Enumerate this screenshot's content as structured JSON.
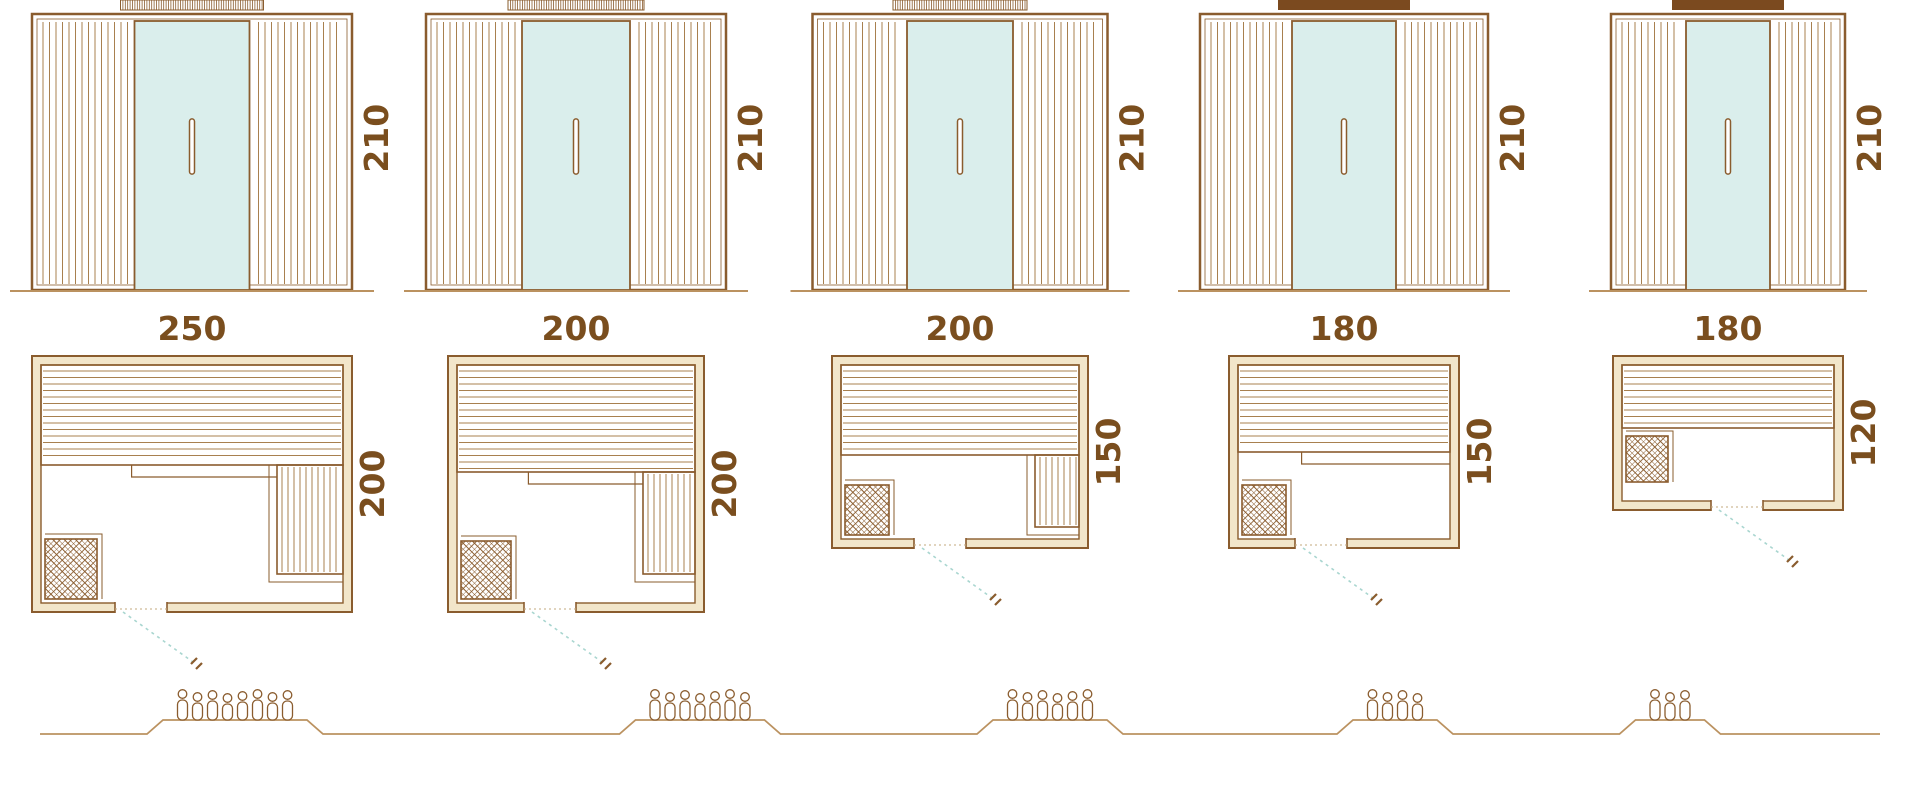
{
  "colors": {
    "outline": "#8a5c2e",
    "slat": "#a8804f",
    "glass": "#daeeec",
    "swing": "#a9d6d0",
    "text": "#7a4e1e",
    "wall_fill": "#f2e6ca",
    "floor": "#bb9260"
  },
  "saunas": [
    {
      "height": "210",
      "width": "250",
      "depth": "200",
      "capacity": 8
    },
    {
      "height": "210",
      "width": "200",
      "depth": "200",
      "capacity": 7
    },
    {
      "height": "210",
      "width": "200",
      "depth": "150",
      "capacity": 6
    },
    {
      "height": "210",
      "width": "180",
      "depth": "150",
      "capacity": 4
    },
    {
      "height": "210",
      "width": "180",
      "depth": "120",
      "capacity": 3
    }
  ]
}
